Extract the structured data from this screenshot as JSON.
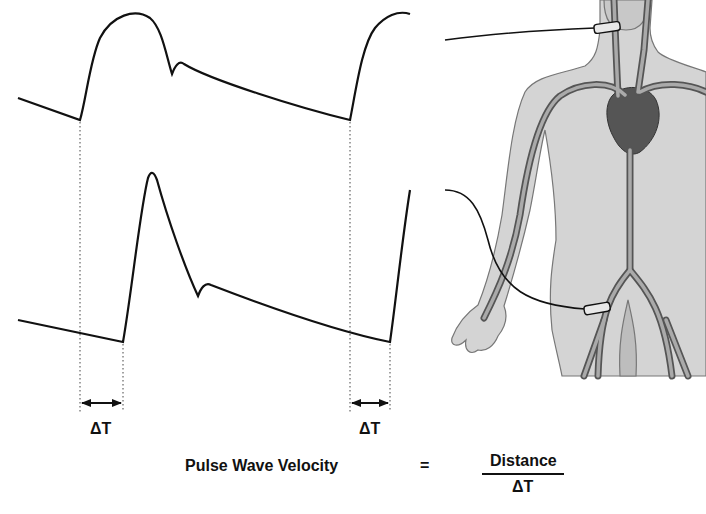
{
  "diagram": {
    "labels": [
      "ΔT",
      "ΔT",
      "Pulse Wave Velocity",
      "=",
      "Distance",
      "ΔT"
    ]
  }
}
